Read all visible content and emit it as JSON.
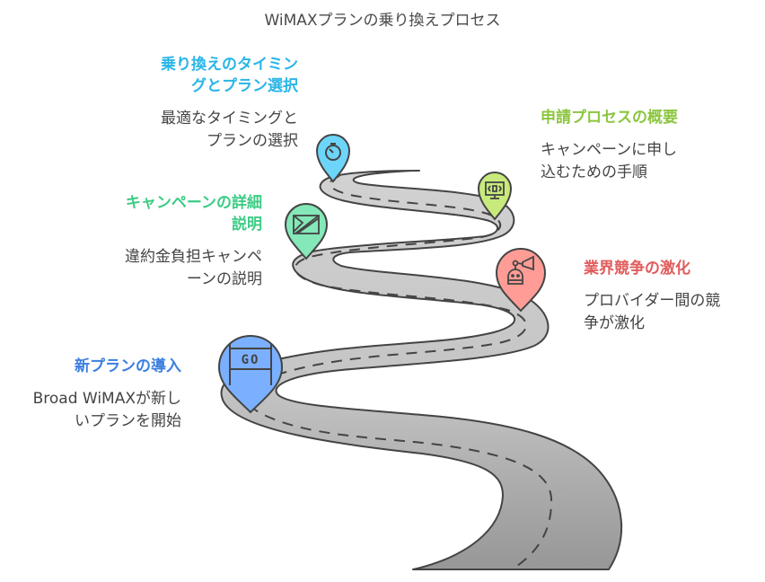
{
  "title": "WiMAXプランの乗り換えプロセス",
  "steps": [
    {
      "heading_lines": [
        "乗り換えのタイミン",
        "グとプラン選択"
      ],
      "desc_lines": [
        "最適なタイミングと",
        "プランの選択"
      ],
      "color": "#29b5e8",
      "pin_color": "#6dd5fa",
      "icon": "stopwatch-icon"
    },
    {
      "heading_lines": [
        "申請プロセスの概要"
      ],
      "desc_lines": [
        "キャンペーンに申し",
        "込むための手順"
      ],
      "color": "#8cc63f",
      "pin_color": "#c8ea7c",
      "icon": "monitor-code-icon"
    },
    {
      "heading_lines": [
        "キャンペーンの詳細",
        "説明"
      ],
      "desc_lines": [
        "違約金負担キャンペ",
        "ーンの説明"
      ],
      "color": "#3dcc85",
      "pin_color": "#84e8b8",
      "icon": "envelope-icon"
    },
    {
      "heading_lines": [
        "業界競争の激化"
      ],
      "desc_lines": [
        "プロバイダー間の競",
        "争が激化"
      ],
      "color": "#e05c5c",
      "pin_color": "#ff9c96",
      "icon": "robot-megaphone-icon"
    },
    {
      "heading_lines": [
        "新プランの導入"
      ],
      "desc_lines": [
        "Broad WiMAXが新し",
        "いプランを開始"
      ],
      "color": "#3d7fe0",
      "pin_color": "#7ab0ff",
      "icon": "go-sign-icon",
      "icon_text": "GO"
    }
  ]
}
